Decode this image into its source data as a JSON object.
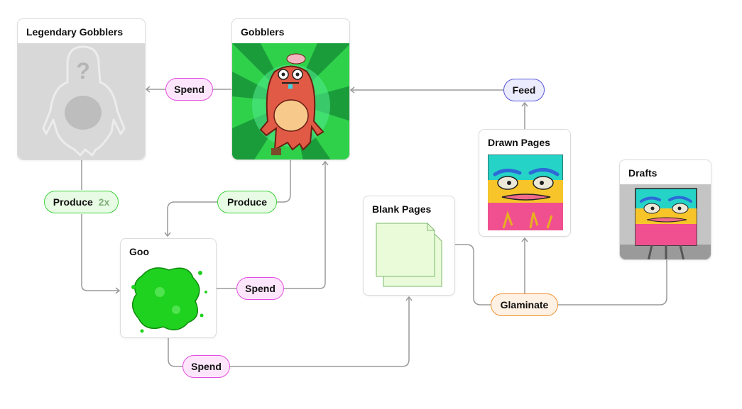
{
  "nodes": {
    "legendary": {
      "title": "Legendary Gobblers"
    },
    "gobblers": {
      "title": "Gobblers"
    },
    "goo": {
      "title": "Goo"
    },
    "blank": {
      "title": "Blank Pages"
    },
    "drawn": {
      "title": "Drawn Pages"
    },
    "drafts": {
      "title": "Drafts"
    }
  },
  "actions": {
    "spend_legendary": "Spend",
    "produce_legendary": "Produce",
    "produce_legendary_multiplier": "2x",
    "produce_gobblers": "Produce",
    "spend_goo_gobblers": "Spend",
    "spend_goo_pages": "Spend",
    "feed": "Feed",
    "glaminate": "Glaminate"
  },
  "colors": {
    "spend": "#e44ee0",
    "produce": "#3cd33c",
    "feed": "#5555d8",
    "glaminate": "#f0922e",
    "edge": "#9a9a9a"
  }
}
